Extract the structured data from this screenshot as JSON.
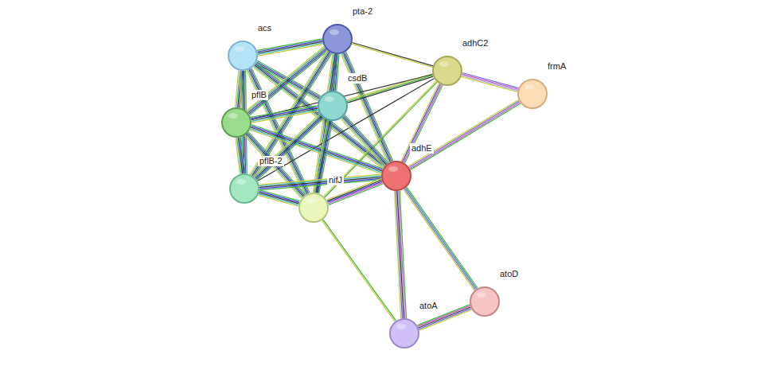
{
  "diagram": {
    "nodes": [
      {
        "text": [
          "acs"
        ]
      },
      {
        "text": [
          "pta-2"
        ]
      },
      {
        "text": [
          "adhC2"
        ]
      },
      {
        "text": [
          "frmA"
        ]
      },
      {
        "text": [
          "pflB"
        ]
      },
      {
        "text": [
          "csdB"
        ]
      },
      {
        "text": [
          "adhE"
        ]
      },
      {
        "text": [
          "pflB-2"
        ]
      },
      {
        "text": [
          "nifJ"
        ]
      },
      {
        "text": [
          "atoD"
        ]
      },
      {
        "text": [
          "atoA"
        ]
      }
    ],
    "edges": [
      {
        "from": 0,
        "to": 1,
        "arrow": "none"
      },
      {
        "from": 0,
        "to": 4,
        "arrow": "none"
      },
      {
        "from": 0,
        "to": 5,
        "arrow": "none"
      },
      {
        "from": 0,
        "to": 7,
        "arrow": "none"
      },
      {
        "from": 0,
        "to": 8,
        "arrow": "none"
      },
      {
        "from": 0,
        "to": 6,
        "arrow": "none"
      },
      {
        "from": 1,
        "to": 2,
        "arrow": "none"
      },
      {
        "from": 1,
        "to": 4,
        "arrow": "none"
      },
      {
        "from": 1,
        "to": 5,
        "arrow": "none"
      },
      {
        "from": 1,
        "to": 7,
        "arrow": "none"
      },
      {
        "from": 1,
        "to": 8,
        "arrow": "none"
      },
      {
        "from": 1,
        "to": 6,
        "arrow": "none"
      },
      {
        "from": 2,
        "to": 3,
        "arrow": "none"
      },
      {
        "from": 2,
        "to": 6,
        "arrow": "none"
      },
      {
        "from": 2,
        "to": 5,
        "arrow": "none"
      },
      {
        "from": 2,
        "to": 4,
        "arrow": "none"
      },
      {
        "from": 2,
        "to": 7,
        "arrow": "none"
      },
      {
        "from": 2,
        "to": 8,
        "arrow": "none"
      },
      {
        "from": 3,
        "to": 6,
        "arrow": "none"
      },
      {
        "from": 4,
        "to": 5,
        "arrow": "none"
      },
      {
        "from": 4,
        "to": 7,
        "arrow": "none"
      },
      {
        "from": 4,
        "to": 8,
        "arrow": "none"
      },
      {
        "from": 4,
        "to": 6,
        "arrow": "none"
      },
      {
        "from": 5,
        "to": 7,
        "arrow": "none"
      },
      {
        "from": 5,
        "to": 8,
        "arrow": "none"
      },
      {
        "from": 5,
        "to": 6,
        "arrow": "none"
      },
      {
        "from": 6,
        "to": 7,
        "arrow": "none"
      },
      {
        "from": 6,
        "to": 8,
        "arrow": "none"
      },
      {
        "from": 6,
        "to": 10,
        "arrow": "none"
      },
      {
        "from": 6,
        "to": 9,
        "arrow": "none"
      },
      {
        "from": 7,
        "to": 8,
        "arrow": "none"
      },
      {
        "from": 8,
        "to": 10,
        "arrow": "none"
      },
      {
        "from": 10,
        "to": 9,
        "arrow": "none"
      }
    ]
  }
}
